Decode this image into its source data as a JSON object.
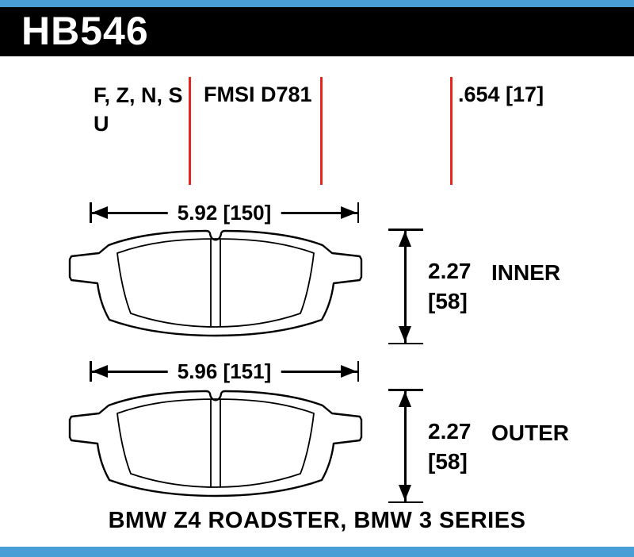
{
  "part": {
    "number": "HB546"
  },
  "spec_table": {
    "compounds_line1": "F, Z, N, S",
    "compounds_line2": "U",
    "fmsi_code": "FMSI D781",
    "thickness": ".654 [17]"
  },
  "inner_pad": {
    "width_dimension": "5.92 [150]",
    "height_value": "2.27",
    "height_bracket": "[58]",
    "position_label": "INNER"
  },
  "outer_pad": {
    "width_dimension": "5.96 [151]",
    "height_value": "2.27",
    "height_bracket": "[58]",
    "position_label": "OUTER"
  },
  "footer": {
    "fitment": "BMW Z4 ROADSTER, BMW 3 SERIES"
  },
  "colors": {
    "accent_blue": "#4a9ed6",
    "marker_red": "#e8251f",
    "header_bg": "#000000"
  }
}
